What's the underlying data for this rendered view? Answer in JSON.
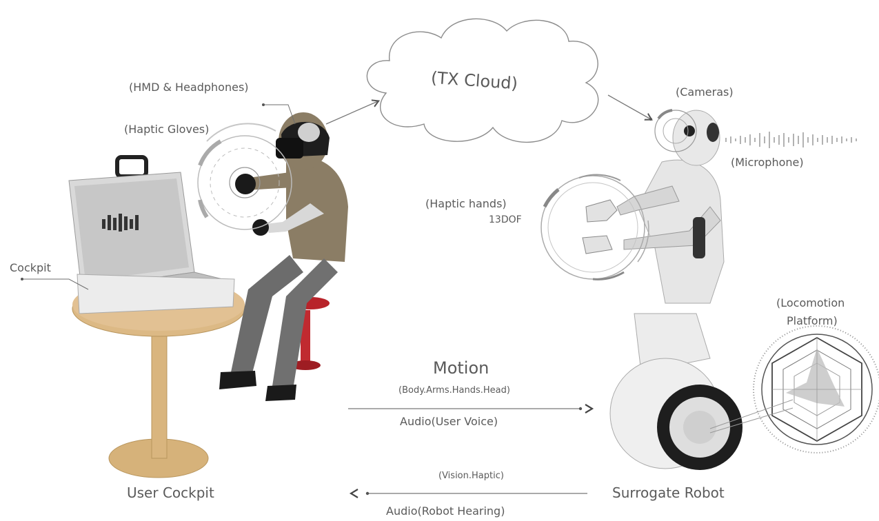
{
  "labels": {
    "hmd": "(HMD & Headphones)",
    "gloves": "(Haptic Gloves)",
    "cockpit": "Cockpit",
    "user_cockpit": "User Cockpit",
    "cloud": "(TX Cloud)",
    "cameras": "(Cameras)",
    "microphone": "(Microphone)",
    "haptic_hands": "(Haptic hands)",
    "dof": "13DOF",
    "locomotion_1": "(Locomotion",
    "locomotion_2": "Platform)",
    "surrogate_robot": "Surrogate Robot"
  },
  "flows": {
    "motion_title": "Motion",
    "motion_detail": "(Body.Arms.Hands.Head)",
    "audio_user": "Audio(User Voice)",
    "vision_haptic": "(Vision.Haptic)",
    "audio_robot": "Audio(Robot Hearing)"
  },
  "colors": {
    "line": "#7a7a7a",
    "body": "#8b7d65",
    "pants": "#6c6c6c",
    "wood": "#d6b27a",
    "robot": "#e6e6e6",
    "stool": "#b8232a"
  }
}
